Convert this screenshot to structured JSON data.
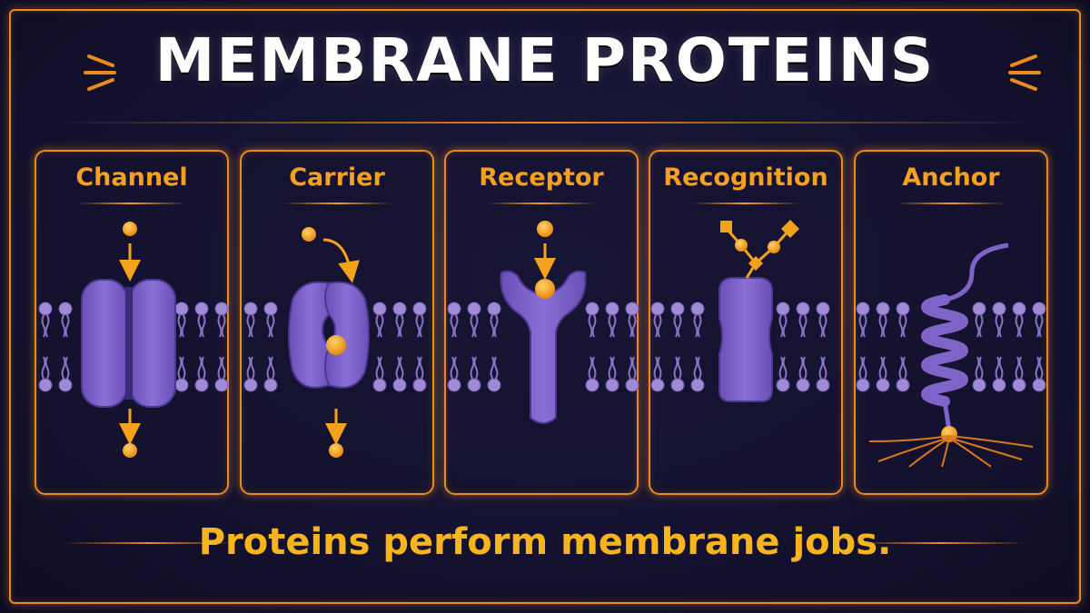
{
  "title": "MEMBRANE PROTEINS",
  "panels": [
    {
      "label": "Channel"
    },
    {
      "label": "Carrier"
    },
    {
      "label": "Receptor"
    },
    {
      "label": "Recognition"
    },
    {
      "label": "Anchor"
    }
  ],
  "caption": "Proteins perform membrane jobs.",
  "colors": {
    "accent": "#e98a1c",
    "label": "#f5a01f",
    "caption": "#f7b41c",
    "protein": "#7e63c9",
    "lipid_head": "#a08ad6",
    "molecule": "#f4a21c",
    "background": "#141230"
  }
}
